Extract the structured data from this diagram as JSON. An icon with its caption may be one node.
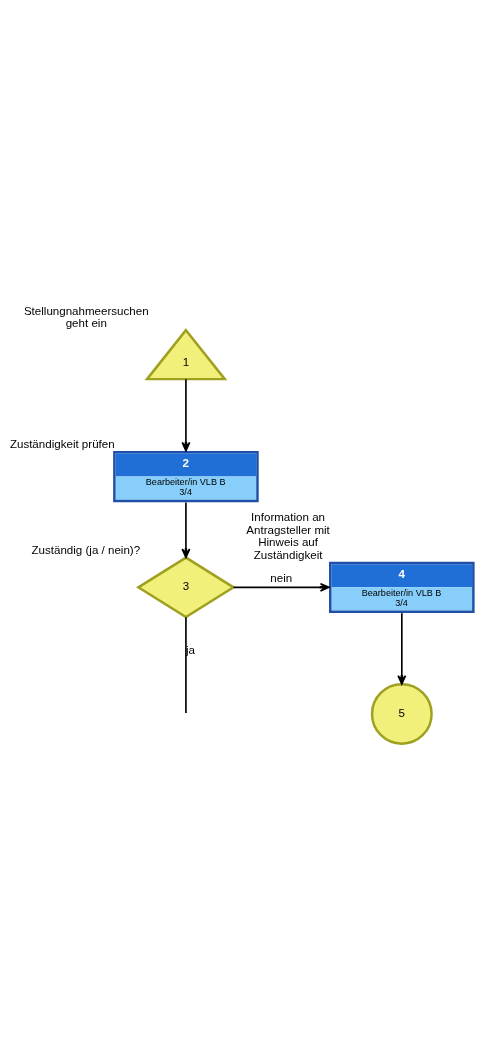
{
  "diagram": {
    "nodes": [
      {
        "text": [
          "1"
        ],
        "beside": [
          "Stellungnahmeersuchen geht ein"
        ]
      },
      {
        "text": [
          "2",
          "Bearbeiter/in VLB B 3/4"
        ],
        "beside": [
          "Zuständigkeit prüfen"
        ]
      },
      {
        "text": [
          "3"
        ],
        "beside": [
          "Zuständig (ja / nein)?"
        ]
      },
      {
        "text": [
          "4",
          "Bearbeiter/in VLB B 3/4"
        ],
        "beside": [
          "Information an Antragsteller mit Hinweis auf Zuständigkeit"
        ]
      },
      {
        "text": [
          "5"
        ]
      }
    ],
    "edges": [
      {
        "from": 0,
        "to": 1,
        "arrow": "to"
      },
      {
        "from": 1,
        "to": 2,
        "arrow": "to"
      },
      {
        "from": 2,
        "to": 3,
        "arrow": "to",
        "label": "nein"
      },
      {
        "from": 3,
        "to": 4,
        "arrow": "to"
      },
      {
        "from": 2,
        "to": null,
        "arrow": "none",
        "label": "ja"
      }
    ]
  }
}
